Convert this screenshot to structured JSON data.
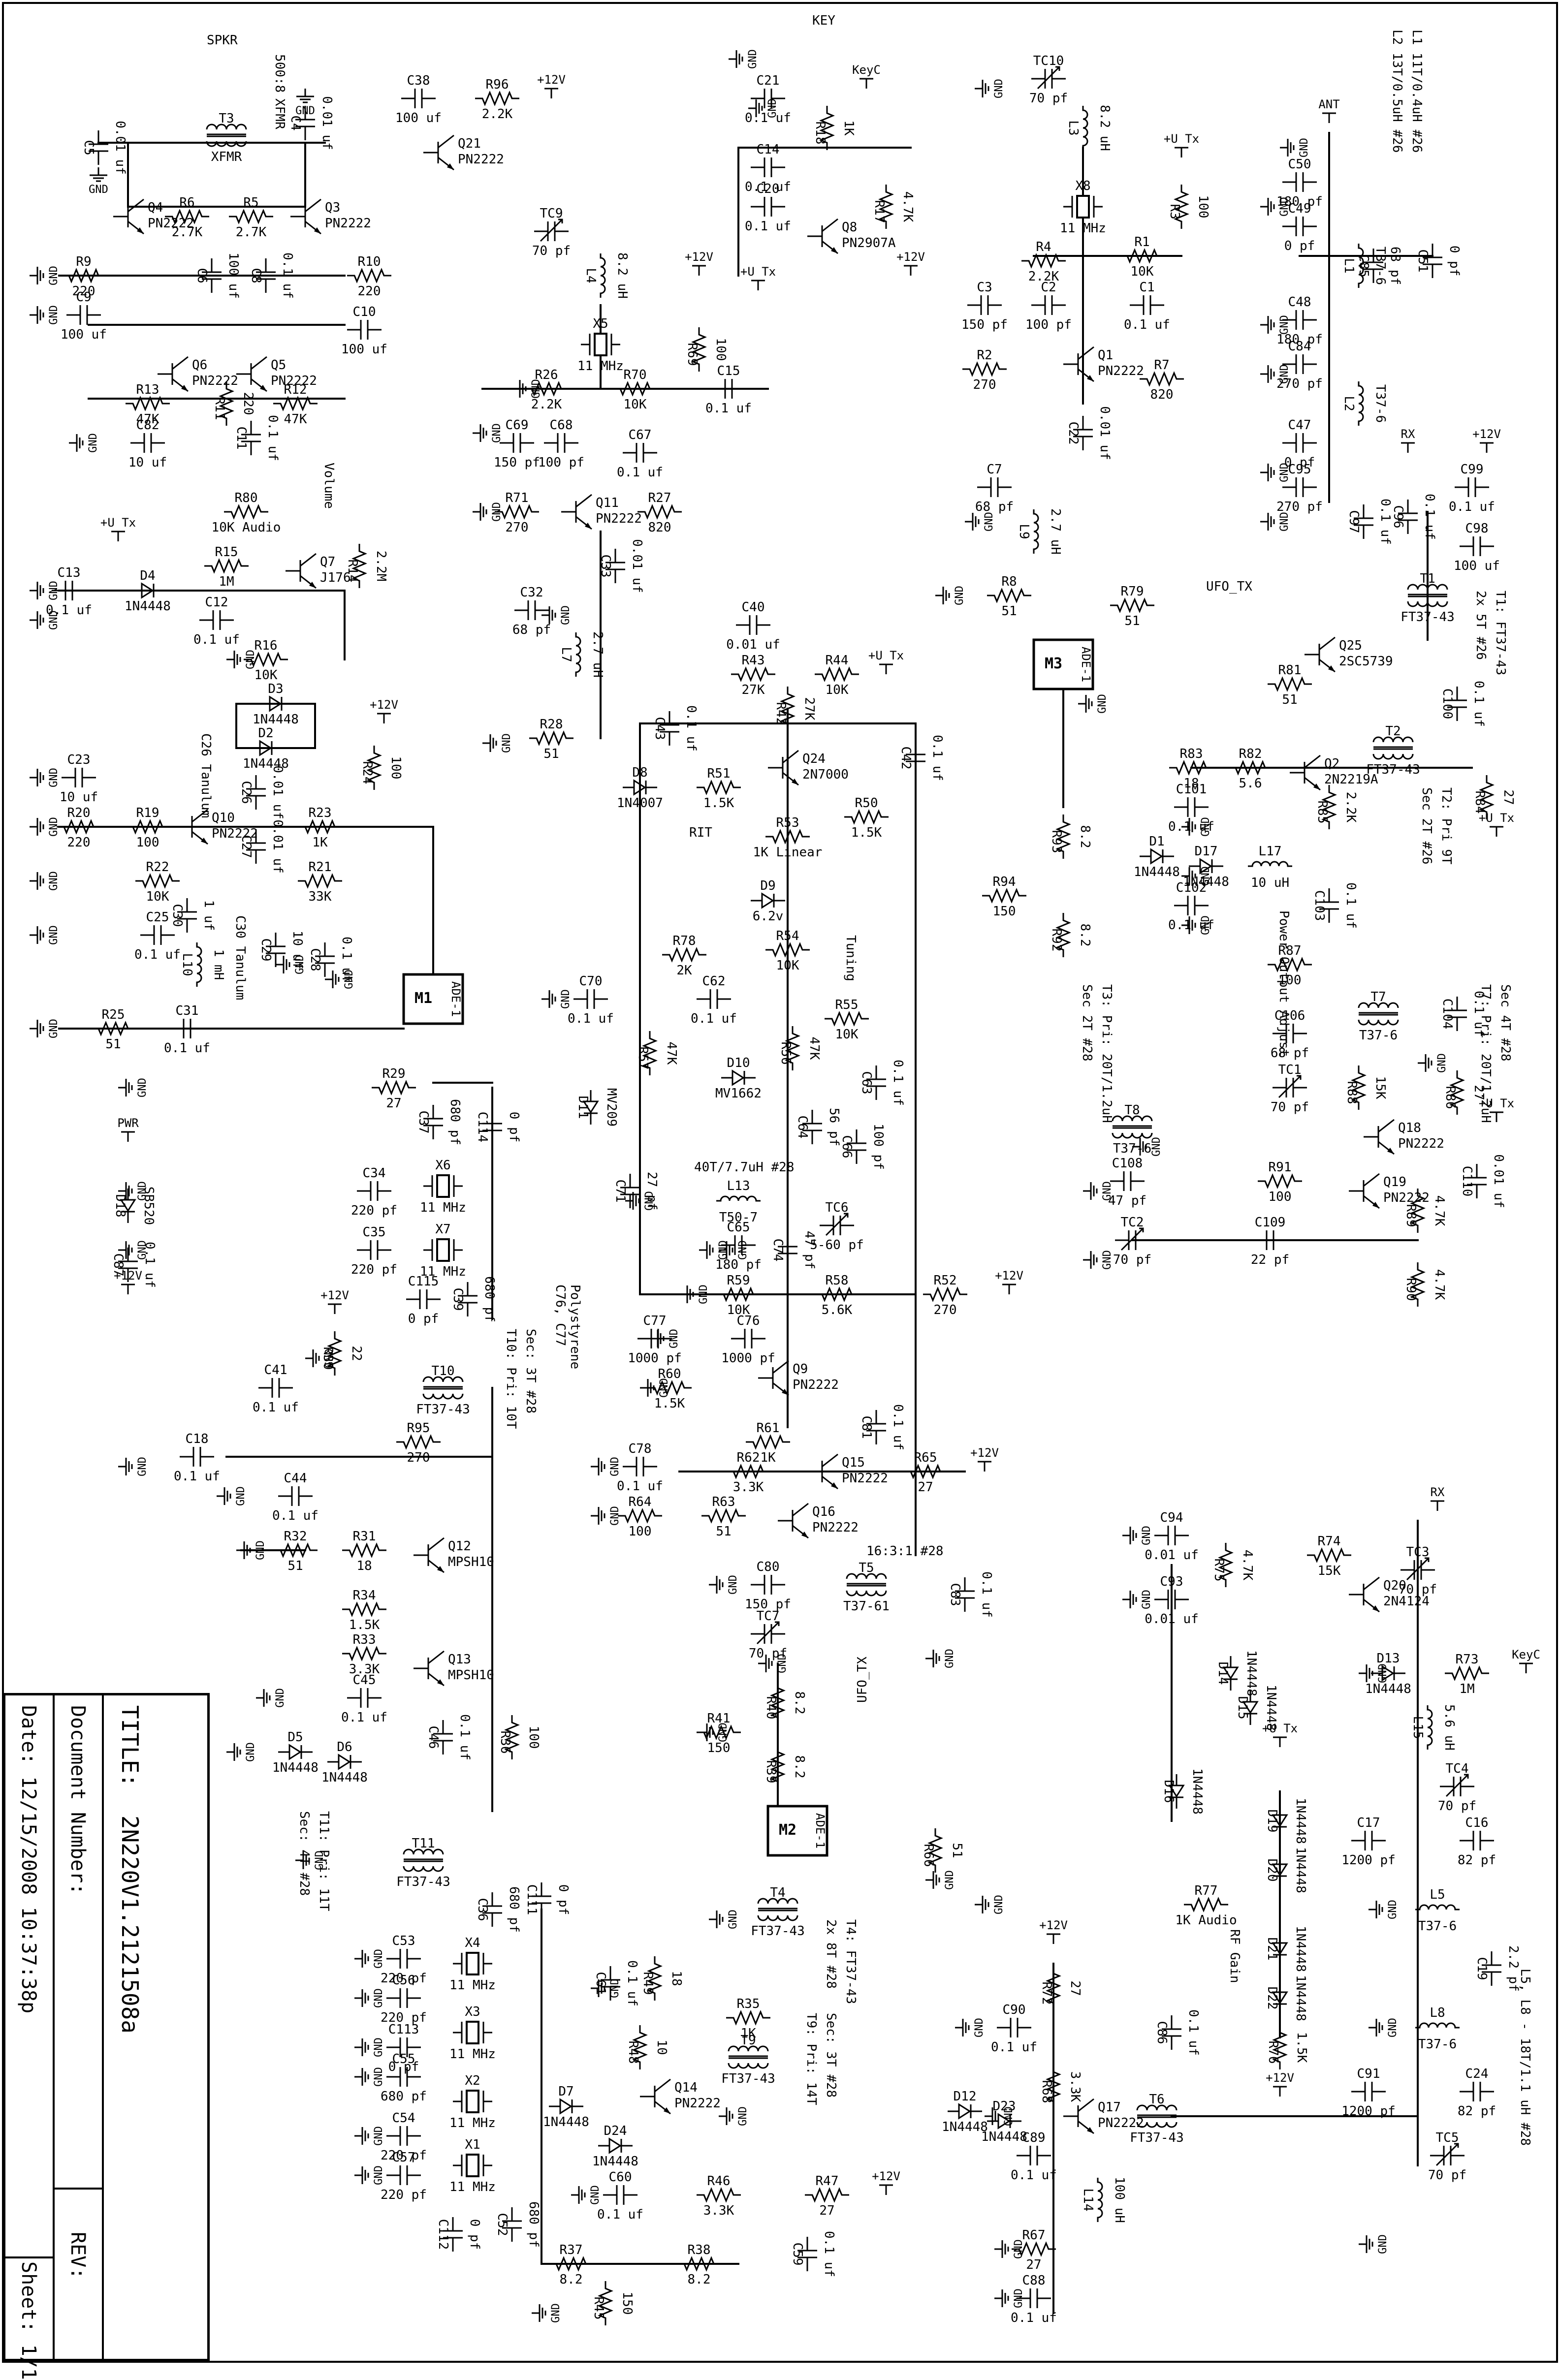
{
  "title_block": {
    "title_label": "TITLE:",
    "title_value": "2N220V1.2121508a",
    "docnum_label": "Document Number:",
    "rev_label": "REV:",
    "date_label": "Date:",
    "date_value": "12/15/2008 10:37:38p",
    "sheet_label": "Sheet:",
    "sheet_value": "1/1"
  },
  "notes": {
    "l1_l2": [
      "L1 11T/0.4uH #26",
      "L2 13T/0.5uH #26"
    ],
    "t1": "T1: FT37-43",
    "t1_sec": "2x 5T #26",
    "t2": "T2: Pri 9T",
    "t2_sec": "Sec 2T #26",
    "t3": "T3: Pri: 20T/1.2uH",
    "t3_sec": "Sec 2T #28",
    "t7": "T7: Pri: 20T/1.2uH",
    "t7_sec": "Sec 4T #28",
    "t9": "T9: Pri: 14T",
    "t9_sec": "Sec: 3T #28",
    "t10": "T10: Pri: 10T",
    "t10_sec": "Sec: 3T #28",
    "t11": "T11: Pri: 11T",
    "t11_sec": "Sec: 4T #28",
    "t4": "T4: FT37-43",
    "t4_sec": "2x 8T #28",
    "t5": "16:3:1 #28",
    "l5_l8": "L5, L8 - 18T/1.1 uH #28",
    "l13": "40T/7.7uH #28",
    "c76_c77": "C76, C77",
    "polystyrene": "Polystyrene",
    "c26": "C26 Tanulum",
    "c30": "C30 Tanulum",
    "volume": "Volume",
    "power_adjust": "Power Output Adjust",
    "rit": "RIT",
    "tuning": "Tuning",
    "rf_gain": "RF Gain",
    "xfmr": "XFMR",
    "xfmr_imp": "500:8"
  },
  "nets": {
    "vcc": "+12V",
    "vtx": "+U Tx",
    "gnd": "GND",
    "key": "KEY",
    "keyc": "KeyC",
    "spkr": "SPKR",
    "ant": "ANT",
    "rx": "RX",
    "pwr": "PWR",
    "ufo_tx": "UFO_TX"
  },
  "ics": [
    {
      "ref": "M1",
      "part": "ADE-1"
    },
    {
      "ref": "M2",
      "part": "ADE-1"
    },
    {
      "ref": "M3",
      "part": "ADE-1"
    }
  ],
  "parts": [
    {
      "ref": "C5",
      "val": "0.01 uf"
    },
    {
      "ref": "C4",
      "val": "0.01 uf"
    },
    {
      "ref": "C38",
      "val": "100 uf"
    },
    {
      "ref": "R96",
      "val": "2.2K"
    },
    {
      "ref": "Q21",
      "val": "PN2222"
    },
    {
      "ref": "T3",
      "val": "XFMR"
    },
    {
      "ref": "Q4",
      "val": "PN2222"
    },
    {
      "ref": "Q3",
      "val": "PN2222"
    },
    {
      "ref": "R6",
      "val": "2.7K"
    },
    {
      "ref": "R5",
      "val": "2.7K"
    },
    {
      "ref": "R9",
      "val": "220"
    },
    {
      "ref": "C9",
      "val": "100 uf"
    },
    {
      "ref": "C6",
      "val": "100 uf"
    },
    {
      "ref": "C8",
      "val": "0.1 uf"
    },
    {
      "ref": "R10",
      "val": "220"
    },
    {
      "ref": "C10",
      "val": "100 uf"
    },
    {
      "ref": "Q6",
      "val": "PN2222"
    },
    {
      "ref": "Q5",
      "val": "PN2222"
    },
    {
      "ref": "R11",
      "val": "220"
    },
    {
      "ref": "R13",
      "val": "47K"
    },
    {
      "ref": "R12",
      "val": "47K"
    },
    {
      "ref": "C82",
      "val": "10 uf"
    },
    {
      "ref": "C11",
      "val": "0.1 uf"
    },
    {
      "ref": "R80",
      "val": "10K Audio"
    },
    {
      "ref": "R15",
      "val": "1M"
    },
    {
      "ref": "R14",
      "val": "2.2M"
    },
    {
      "ref": "Q7",
      "val": "J176"
    },
    {
      "ref": "C13",
      "val": "0.1 uf"
    },
    {
      "ref": "D4",
      "val": "1N4448"
    },
    {
      "ref": "C12",
      "val": "0.1 uf"
    },
    {
      "ref": "R16",
      "val": "10K"
    },
    {
      "ref": "D3",
      "val": "1N4448"
    },
    {
      "ref": "D2",
      "val": "1N4448"
    },
    {
      "ref": "C23",
      "val": "10 uf"
    },
    {
      "ref": "R24",
      "val": "100"
    },
    {
      "ref": "R20",
      "val": "220"
    },
    {
      "ref": "R19",
      "val": "100"
    },
    {
      "ref": "Q10",
      "val": "PN2222"
    },
    {
      "ref": "C26",
      "val": "0.01 uf"
    },
    {
      "ref": "R23",
      "val": "1K"
    },
    {
      "ref": "C27",
      "val": "0.01 uf"
    },
    {
      "ref": "R22",
      "val": "10K"
    },
    {
      "ref": "R21",
      "val": "33K"
    },
    {
      "ref": "C30",
      "val": "1 uf"
    },
    {
      "ref": "C25",
      "val": "0.1 uf"
    },
    {
      "ref": "C29",
      "val": "10 uf"
    },
    {
      "ref": "C28",
      "val": "0.1 uf"
    },
    {
      "ref": "L10",
      "val": "1 mH"
    },
    {
      "ref": "R25",
      "val": "51"
    },
    {
      "ref": "C31",
      "val": "0.1 uf"
    },
    {
      "ref": "R29",
      "val": "27"
    },
    {
      "ref": "C37",
      "val": "680 pf"
    },
    {
      "ref": "C114",
      "val": "0 pf"
    },
    {
      "ref": "D18",
      "val": "SB520"
    },
    {
      "ref": "C87",
      "val": "0.1 uf"
    },
    {
      "ref": "C34",
      "val": "220 pf"
    },
    {
      "ref": "X6",
      "val": "11 MHz"
    },
    {
      "ref": "C35",
      "val": "220 pf"
    },
    {
      "ref": "X7",
      "val": "11 MHz"
    },
    {
      "ref": "C115",
      "val": "0 pf"
    },
    {
      "ref": "C39",
      "val": "680 pf"
    },
    {
      "ref": "R30",
      "val": "22"
    },
    {
      "ref": "C41",
      "val": "0.1 uf"
    },
    {
      "ref": "T10",
      "val": "FT37-43"
    },
    {
      "ref": "C18",
      "val": "0.1 uf"
    },
    {
      "ref": "R95",
      "val": "270"
    },
    {
      "ref": "C44",
      "val": "0.1 uf"
    },
    {
      "ref": "R32",
      "val": "51"
    },
    {
      "ref": "R31",
      "val": "18"
    },
    {
      "ref": "Q12",
      "val": "MPSH10"
    },
    {
      "ref": "R34",
      "val": "1.5K"
    },
    {
      "ref": "R33",
      "val": "3.3K"
    },
    {
      "ref": "Q13",
      "val": "MPSH10"
    },
    {
      "ref": "C45",
      "val": "0.1 uf"
    },
    {
      "ref": "D5",
      "val": "1N4448"
    },
    {
      "ref": "D6",
      "val": "1N4448"
    },
    {
      "ref": "C46",
      "val": "0.1 uf"
    },
    {
      "ref": "R36",
      "val": "100"
    },
    {
      "ref": "T11",
      "val": "FT37-43"
    },
    {
      "ref": "C36",
      "val": "680 pf"
    },
    {
      "ref": "C111",
      "val": "0 pf"
    },
    {
      "ref": "C53",
      "val": "220 pf"
    },
    {
      "ref": "X4",
      "val": "11 MHz"
    },
    {
      "ref": "C56",
      "val": "220 pf"
    },
    {
      "ref": "X3",
      "val": "11 MHz"
    },
    {
      "ref": "C113",
      "val": "0 pf"
    },
    {
      "ref": "C55",
      "val": "680 pf"
    },
    {
      "ref": "X2",
      "val": "11 MHz"
    },
    {
      "ref": "C54",
      "val": "220 pf"
    },
    {
      "ref": "X1",
      "val": "11 MHz"
    },
    {
      "ref": "C57",
      "val": "220 pf"
    },
    {
      "ref": "C112",
      "val": "0 pf"
    },
    {
      "ref": "C52",
      "val": "680 pf"
    },
    {
      "ref": "R37",
      "val": "8.2"
    },
    {
      "ref": "R45",
      "val": "150"
    },
    {
      "ref": "R38",
      "val": "8.2"
    },
    {
      "ref": "C21",
      "val": "0.1 uf"
    },
    {
      "ref": "R18",
      "val": "1K"
    },
    {
      "ref": "C14",
      "val": "0.1 uf"
    },
    {
      "ref": "C20",
      "val": "0.1 uf"
    },
    {
      "ref": "R17",
      "val": "4.7K"
    },
    {
      "ref": "Q8",
      "val": "PN2907A"
    },
    {
      "ref": "TC9",
      "val": "70 pf"
    },
    {
      "ref": "L4",
      "val": "8.2 uH"
    },
    {
      "ref": "X5",
      "val": "11 MHz"
    },
    {
      "ref": "R69",
      "val": "100"
    },
    {
      "ref": "R26",
      "val": "2.2K"
    },
    {
      "ref": "R70",
      "val": "10K"
    },
    {
      "ref": "C15",
      "val": "0.1 uf"
    },
    {
      "ref": "C69",
      "val": "150 pf"
    },
    {
      "ref": "C68",
      "val": "100 pf"
    },
    {
      "ref": "C67",
      "val": "0.1 uf"
    },
    {
      "ref": "R71",
      "val": "270"
    },
    {
      "ref": "Q11",
      "val": "PN2222"
    },
    {
      "ref": "R27",
      "val": "820"
    },
    {
      "ref": "C33",
      "val": "0.01 uf"
    },
    {
      "ref": "C32",
      "val": "68 pf"
    },
    {
      "ref": "L7",
      "val": "2.7 uH"
    },
    {
      "ref": "R28",
      "val": "51"
    },
    {
      "ref": "C40",
      "val": "0.01 uf"
    },
    {
      "ref": "R43",
      "val": "27K"
    },
    {
      "ref": "R44",
      "val": "10K"
    },
    {
      "ref": "R42",
      "val": "27K"
    },
    {
      "ref": "C43",
      "val": "0.1 uf"
    },
    {
      "ref": "C42",
      "val": "0.1 uf"
    },
    {
      "ref": "D8",
      "val": "1N4007"
    },
    {
      "ref": "R51",
      "val": "1.5K"
    },
    {
      "ref": "Q24",
      "val": "2N7000"
    },
    {
      "ref": "R50",
      "val": "1.5K"
    },
    {
      "ref": "R53",
      "val": "1K Linear"
    },
    {
      "ref": "D9",
      "val": "6.2v"
    },
    {
      "ref": "R78",
      "val": "2K"
    },
    {
      "ref": "R54",
      "val": "10K"
    },
    {
      "ref": "C70",
      "val": "0.1 uf"
    },
    {
      "ref": "C62",
      "val": "0.1 uf"
    },
    {
      "ref": "R55",
      "val": "10K"
    },
    {
      "ref": "R57",
      "val": "47K"
    },
    {
      "ref": "R56",
      "val": "47K"
    },
    {
      "ref": "D10",
      "val": "MV1662"
    },
    {
      "ref": "C63",
      "val": "0.1 uf"
    },
    {
      "ref": "D11",
      "val": "MV209"
    },
    {
      "ref": "C64",
      "val": "56 pf"
    },
    {
      "ref": "C66",
      "val": "100 pf"
    },
    {
      "ref": "L13",
      "val": "T50-7"
    },
    {
      "ref": "C71",
      "val": "27 pf"
    },
    {
      "ref": "C65",
      "val": "180 pf"
    },
    {
      "ref": "TC6",
      "val": "5-60 pf"
    },
    {
      "ref": "C74",
      "val": "47 pf"
    },
    {
      "ref": "R59",
      "val": "10K"
    },
    {
      "ref": "R58",
      "val": "5.6K"
    },
    {
      "ref": "R52",
      "val": "270"
    },
    {
      "ref": "C77",
      "val": "1000 pf"
    },
    {
      "ref": "C76",
      "val": "1000 pf"
    },
    {
      "ref": "R60",
      "val": "1.5K"
    },
    {
      "ref": "Q9",
      "val": "PN2222"
    },
    {
      "ref": "R61",
      "val": "1K"
    },
    {
      "ref": "C81",
      "val": "0.1 uf"
    },
    {
      "ref": "C78",
      "val": "0.1 uf"
    },
    {
      "ref": "R62",
      "val": "3.3K"
    },
    {
      "ref": "Q15",
      "val": "PN2222"
    },
    {
      "ref": "R65",
      "val": "27"
    },
    {
      "ref": "R64",
      "val": "100"
    },
    {
      "ref": "R63",
      "val": "51"
    },
    {
      "ref": "Q16",
      "val": "PN2222"
    },
    {
      "ref": "C80",
      "val": "150 pf"
    },
    {
      "ref": "T5",
      "val": "T37-61"
    },
    {
      "ref": "C83",
      "val": "0.1 uf"
    },
    {
      "ref": "TC7",
      "val": "70 pf"
    },
    {
      "ref": "R40",
      "val": "8.2"
    },
    {
      "ref": "R41",
      "val": "150"
    },
    {
      "ref": "R39",
      "val": "8.2"
    },
    {
      "ref": "R66",
      "val": "51"
    },
    {
      "ref": "T4",
      "val": "FT37-43"
    },
    {
      "ref": "C61",
      "val": "0.1 uf"
    },
    {
      "ref": "R49",
      "val": "18"
    },
    {
      "ref": "R48",
      "val": "10"
    },
    {
      "ref": "R35",
      "val": "1K"
    },
    {
      "ref": "T9",
      "val": "FT37-43"
    },
    {
      "ref": "Q14",
      "val": "PN2222"
    },
    {
      "ref": "D7",
      "val": "1N4448"
    },
    {
      "ref": "D24",
      "val": "1N4448"
    },
    {
      "ref": "C60",
      "val": "0.1 uf"
    },
    {
      "ref": "R46",
      "val": "3.3K"
    },
    {
      "ref": "R47",
      "val": "27"
    },
    {
      "ref": "C59",
      "val": "0.1 uf"
    },
    {
      "ref": "TC10",
      "val": "70 pf"
    },
    {
      "ref": "L3",
      "val": "8.2 uH"
    },
    {
      "ref": "X8",
      "val": "11 MHz"
    },
    {
      "ref": "R3",
      "val": "100"
    },
    {
      "ref": "R4",
      "val": "2.2K"
    },
    {
      "ref": "R1",
      "val": "10K"
    },
    {
      "ref": "C3",
      "val": "150 pf"
    },
    {
      "ref": "C2",
      "val": "100 pf"
    },
    {
      "ref": "C1",
      "val": "0.1 uf"
    },
    {
      "ref": "R2",
      "val": "270"
    },
    {
      "ref": "Q1",
      "val": "PN2222"
    },
    {
      "ref": "R7",
      "val": "820"
    },
    {
      "ref": "C22",
      "val": "0.01 uf"
    },
    {
      "ref": "C7",
      "val": "68 pf"
    },
    {
      "ref": "L9",
      "val": "2.7 uH"
    },
    {
      "ref": "R8",
      "val": "51"
    },
    {
      "ref": "R79",
      "val": "51"
    },
    {
      "ref": "R93",
      "val": "8.2"
    },
    {
      "ref": "R94",
      "val": "150"
    },
    {
      "ref": "R92",
      "val": "8.2"
    },
    {
      "ref": "T8",
      "val": "T37-6"
    },
    {
      "ref": "C50",
      "val": "180 pf"
    },
    {
      "ref": "C49",
      "val": "0 pf"
    },
    {
      "ref": "C85",
      "val": "68 pf"
    },
    {
      "ref": "C51",
      "val": "0 pf"
    },
    {
      "ref": "L1",
      "val": "T37-6"
    },
    {
      "ref": "C48",
      "val": "180 pf"
    },
    {
      "ref": "C84",
      "val": "270 pf"
    },
    {
      "ref": "L2",
      "val": "T37-6"
    },
    {
      "ref": "C47",
      "val": "0 pf"
    },
    {
      "ref": "C95",
      "val": "270 pf"
    },
    {
      "ref": "C97",
      "val": "0.1 uf"
    },
    {
      "ref": "C96",
      "val": "0.1 uf"
    },
    {
      "ref": "C99",
      "val": "0.1 uf"
    },
    {
      "ref": "C98",
      "val": "100 uf"
    },
    {
      "ref": "T1",
      "val": "FT37-43"
    },
    {
      "ref": "Q25",
      "val": "2SC5739"
    },
    {
      "ref": "R81",
      "val": "51"
    },
    {
      "ref": "C100",
      "val": "0.1 uf"
    },
    {
      "ref": "T2",
      "val": "FT37-43"
    },
    {
      "ref": "R83",
      "val": "18"
    },
    {
      "ref": "R82",
      "val": "5.6"
    },
    {
      "ref": "Q2",
      "val": "2N2219A"
    },
    {
      "ref": "R84",
      "val": "27"
    },
    {
      "ref": "C101",
      "val": "0.1 uf"
    },
    {
      "ref": "R85",
      "val": "2.2K"
    },
    {
      "ref": "D1",
      "val": "1N4448"
    },
    {
      "ref": "D17",
      "val": "1N4448"
    },
    {
      "ref": "L17",
      "val": "10 uH"
    },
    {
      "ref": "C102",
      "val": "0.1 uf"
    },
    {
      "ref": "C103",
      "val": "0.1 uf"
    },
    {
      "ref": "R87",
      "val": "100"
    },
    {
      "ref": "C104",
      "val": "0.1 uf"
    },
    {
      "ref": "C106",
      "val": "68 pf"
    },
    {
      "ref": "T7",
      "val": "T37-6"
    },
    {
      "ref": "R86",
      "val": "27"
    },
    {
      "ref": "R88",
      "val": "15K"
    },
    {
      "ref": "TC1",
      "val": "70 pf"
    },
    {
      "ref": "Q18",
      "val": "PN2222"
    },
    {
      "ref": "C108",
      "val": "47 pf"
    },
    {
      "ref": "R91",
      "val": "100"
    },
    {
      "ref": "Q19",
      "val": "PN2222"
    },
    {
      "ref": "C110",
      "val": "0.01 uf"
    },
    {
      "ref": "R89",
      "val": "4.7K"
    },
    {
      "ref": "TC2",
      "val": "70 pf"
    },
    {
      "ref": "C109",
      "val": "22 pf"
    },
    {
      "ref": "R90",
      "val": "4.7K"
    },
    {
      "ref": "C94",
      "val": "0.01 uf"
    },
    {
      "ref": "R75",
      "val": "4.7K"
    },
    {
      "ref": "R74",
      "val": "15K"
    },
    {
      "ref": "Q20",
      "val": "2N4124"
    },
    {
      "ref": "TC3",
      "val": "70 pf"
    },
    {
      "ref": "C93",
      "val": "0.01 uf"
    },
    {
      "ref": "D14",
      "val": "1N4448"
    },
    {
      "ref": "D15",
      "val": "1N4448"
    },
    {
      "ref": "D13",
      "val": "1N4448"
    },
    {
      "ref": "R73",
      "val": "1M"
    },
    {
      "ref": "L15",
      "val": "5.6 uH"
    },
    {
      "ref": "D16",
      "val": "1N4448"
    },
    {
      "ref": "TC4",
      "val": "70 pf"
    },
    {
      "ref": "D19",
      "val": "1N4448"
    },
    {
      "ref": "D20",
      "val": "1N4448"
    },
    {
      "ref": "R77",
      "val": "1K Audio"
    },
    {
      "ref": "C17",
      "val": "1200 pf"
    },
    {
      "ref": "C16",
      "val": "82 pf"
    },
    {
      "ref": "L5",
      "val": "T37-6"
    },
    {
      "ref": "D21",
      "val": "1N4448"
    },
    {
      "ref": "D22",
      "val": "1N4448"
    },
    {
      "ref": "R76",
      "val": "1.5K"
    },
    {
      "ref": "C19",
      "val": "2.2 pf"
    },
    {
      "ref": "L8",
      "val": "T37-6"
    },
    {
      "ref": "R72",
      "val": "27"
    },
    {
      "ref": "C90",
      "val": "0.1 uf"
    },
    {
      "ref": "C86",
      "val": "0.1 uf"
    },
    {
      "ref": "R68",
      "val": "3.3K"
    },
    {
      "ref": "Q17",
      "val": "PN2222"
    },
    {
      "ref": "T6",
      "val": "FT37-43"
    },
    {
      "ref": "D12",
      "val": "1N4448"
    },
    {
      "ref": "D23",
      "val": "1N4448"
    },
    {
      "ref": "C89",
      "val": "0.1 uf"
    },
    {
      "ref": "L14",
      "val": "100 uH"
    },
    {
      "ref": "R67",
      "val": "27"
    },
    {
      "ref": "C88",
      "val": "0.1 uf"
    },
    {
      "ref": "C91",
      "val": "1200 pf"
    },
    {
      "ref": "C24",
      "val": "82 pf"
    },
    {
      "ref": "TC5",
      "val": "70 pf"
    }
  ]
}
